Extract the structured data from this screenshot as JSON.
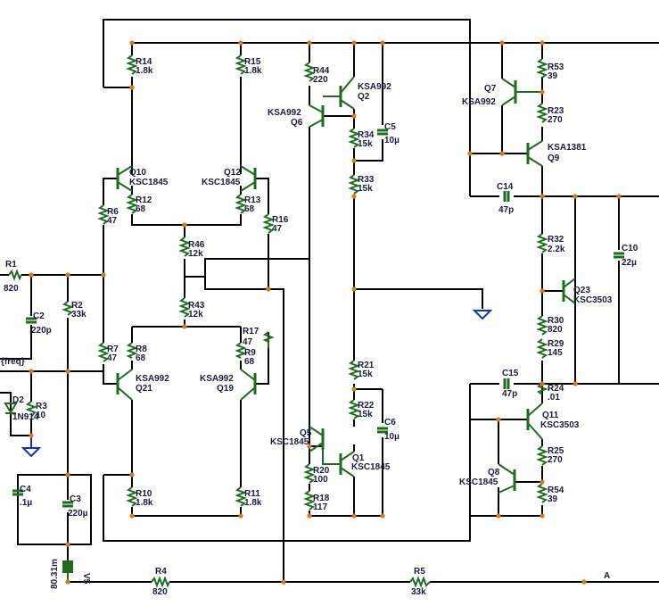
{
  "components": {
    "resistors": [
      {
        "ref": "R14",
        "value": "1.8k"
      },
      {
        "ref": "R15",
        "value": "1.8k"
      },
      {
        "ref": "R44",
        "value": "220"
      },
      {
        "ref": "R34",
        "value": "15k"
      },
      {
        "ref": "R33",
        "value": "15k"
      },
      {
        "ref": "R53",
        "value": "39"
      },
      {
        "ref": "R23",
        "value": "270"
      },
      {
        "ref": "R12",
        "value": "68"
      },
      {
        "ref": "R13",
        "value": "68"
      },
      {
        "ref": "R6",
        "value": "47"
      },
      {
        "ref": "R16",
        "value": "47"
      },
      {
        "ref": "R46",
        "value": "12k"
      },
      {
        "ref": "R43",
        "value": "12k"
      },
      {
        "ref": "R1",
        "value": "820"
      },
      {
        "ref": "R2",
        "value": "33k"
      },
      {
        "ref": "R3",
        "value": "10"
      },
      {
        "ref": "R7",
        "value": "47"
      },
      {
        "ref": "R8",
        "value": "68"
      },
      {
        "ref": "R17",
        "value": "47"
      },
      {
        "ref": "R9",
        "value": "68"
      },
      {
        "ref": "R32",
        "value": "2.2k"
      },
      {
        "ref": "R30",
        "value": "820"
      },
      {
        "ref": "R29",
        "value": "145"
      },
      {
        "ref": "R21",
        "value": "15k"
      },
      {
        "ref": "R22",
        "value": "15k"
      },
      {
        "ref": "R24",
        "value": ".01"
      },
      {
        "ref": "R25",
        "value": "270"
      },
      {
        "ref": "R54",
        "value": "39"
      },
      {
        "ref": "R20",
        "value": "100"
      },
      {
        "ref": "R18",
        "value": "117"
      },
      {
        "ref": "R10",
        "value": "1.8k"
      },
      {
        "ref": "R11",
        "value": "1.8k"
      },
      {
        "ref": "R4",
        "value": "820"
      },
      {
        "ref": "R5",
        "value": "33k"
      }
    ],
    "capacitors": [
      {
        "ref": "C5",
        "value": "10µ"
      },
      {
        "ref": "C14",
        "value": "47p"
      },
      {
        "ref": "C10",
        "value": "22µ"
      },
      {
        "ref": "C2",
        "value": "220p"
      },
      {
        "ref": "C15",
        "value": "47p"
      },
      {
        "ref": "C6",
        "value": "10µ"
      },
      {
        "ref": "C4",
        "value": ".1µ"
      },
      {
        "ref": "C3",
        "value": "220µ"
      }
    ],
    "transistors": [
      {
        "ref": "Q2",
        "part": "KSA992"
      },
      {
        "ref": "Q6",
        "part": "KSA992"
      },
      {
        "ref": "Q7",
        "part": "KSA992"
      },
      {
        "ref": "Q9",
        "part": "KSA1381"
      },
      {
        "ref": "Q10",
        "part": "KSC1845"
      },
      {
        "ref": "Q12",
        "part": "KSC1845"
      },
      {
        "ref": "Q23",
        "part": "KSC3503"
      },
      {
        "ref": "Q21",
        "part": "KSA992"
      },
      {
        "ref": "Q19",
        "part": "KSA992"
      },
      {
        "ref": "Q11",
        "part": "KSC3503"
      },
      {
        "ref": "Q5",
        "part": "KSC1845"
      },
      {
        "ref": "Q1",
        "part": "KSC1845"
      },
      {
        "ref": "Q8",
        "part": "KSC1845"
      }
    ],
    "diode": {
      "ref": "D2",
      "part": "1N914"
    },
    "source": {
      "ref": "V5",
      "value": "80.31m"
    }
  },
  "labels": {
    "input_freq": "{freq}",
    "node_a": "A"
  },
  "colors": {
    "wire": "#000000",
    "component": "#1f6b1f",
    "junction": "#e07818",
    "ground": "#1030c0",
    "label": "#1a1a40"
  }
}
